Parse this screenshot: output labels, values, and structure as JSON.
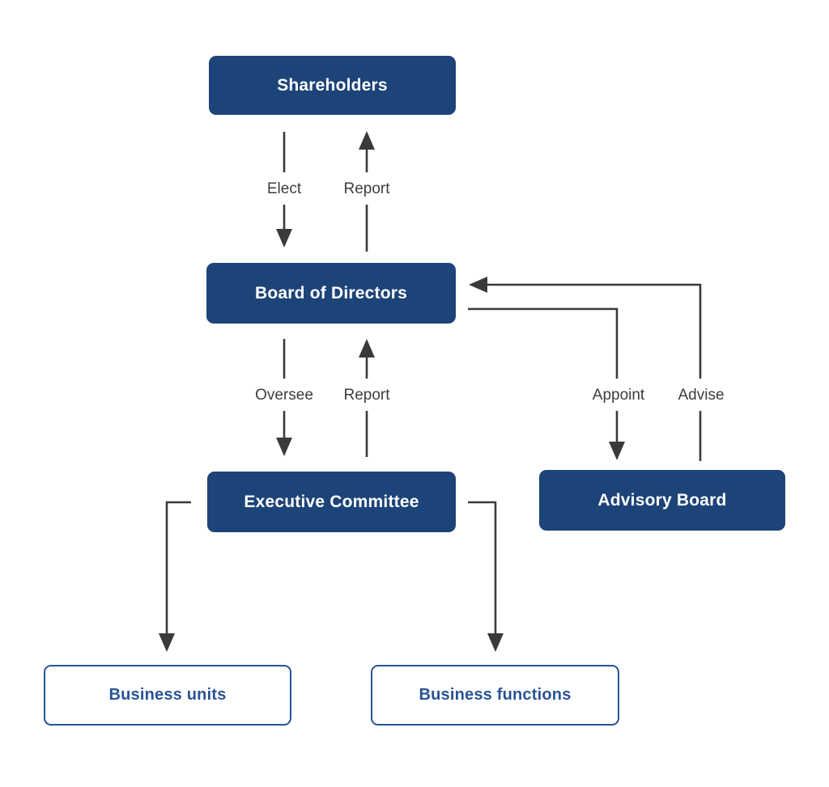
{
  "diagram": {
    "type": "org-governance-flowchart",
    "nodes": {
      "shareholders": {
        "label": "Shareholders",
        "style": "solid"
      },
      "board": {
        "label": "Board of Directors",
        "style": "solid"
      },
      "executive": {
        "label": "Executive Committee",
        "style": "solid"
      },
      "advisory": {
        "label": "Advisory Board",
        "style": "solid"
      },
      "business_units": {
        "label": "Business units",
        "style": "outline"
      },
      "business_functions": {
        "label": "Business functions",
        "style": "outline"
      }
    },
    "edges": [
      {
        "from": "Shareholders",
        "to": "Board of Directors",
        "label": "Elect"
      },
      {
        "from": "Board of Directors",
        "to": "Shareholders",
        "label": "Report"
      },
      {
        "from": "Board of Directors",
        "to": "Executive Committee",
        "label": "Oversee"
      },
      {
        "from": "Executive Committee",
        "to": "Board of Directors",
        "label": "Report"
      },
      {
        "from": "Board of Directors",
        "to": "Advisory Board",
        "label": "Appoint"
      },
      {
        "from": "Advisory Board",
        "to": "Board of Directors",
        "label": "Advise"
      },
      {
        "from": "Executive Committee",
        "to": "Business units",
        "label": ""
      },
      {
        "from": "Executive Committee",
        "to": "Business functions",
        "label": ""
      }
    ],
    "colors": {
      "node_fill": "#1d4478",
      "node_text": "#ffffff",
      "outline_border": "#2a5395",
      "outline_text": "#2a5395",
      "connector": "#3a3a3a",
      "edge_label": "#3d3d3d",
      "background": "#ffffff"
    }
  }
}
